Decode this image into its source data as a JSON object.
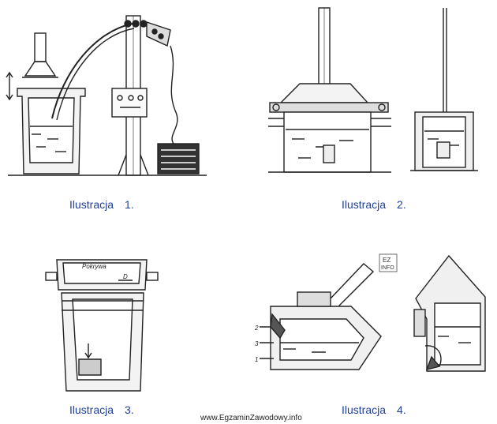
{
  "illustrations": [
    {
      "label": "Ilustracja",
      "number": "1."
    },
    {
      "label": "Ilustracja",
      "number": "2."
    },
    {
      "label": "Ilustracja",
      "number": "3."
    },
    {
      "label": "Ilustracja",
      "number": "4."
    }
  ],
  "fig3": {
    "lid_label": "Pokrywa",
    "dim_label": "D"
  },
  "fig4": {
    "marker_2": "2",
    "marker_3": "3",
    "marker_1": "1"
  },
  "logo": {
    "line1": "EZ",
    "line2": "INFO"
  },
  "footer": "www.EgzaminZawodowy.info"
}
